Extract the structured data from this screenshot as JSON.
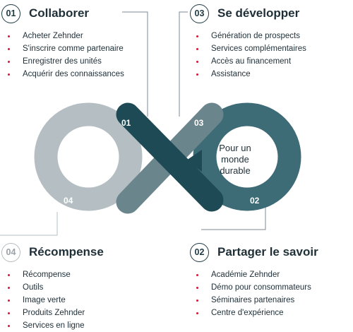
{
  "sections": [
    {
      "number": "01",
      "title": "Collaborer",
      "items": [
        "Acheter Zehnder",
        "S'inscrire comme partenaire",
        "Enregistrer des unités",
        "Acquérir des connaissances"
      ]
    },
    {
      "number": "03",
      "title": "Se développer",
      "items": [
        "Génération de prospects",
        "Services complémentaires",
        "Accès au financement",
        "Assistance"
      ]
    },
    {
      "number": "04",
      "title": "Récompense",
      "items": [
        "Récompense",
        "Outils",
        "Image verte",
        "Produits Zehnder",
        "Services en ligne"
      ]
    },
    {
      "number": "02",
      "title": "Partager le savoir",
      "items": [
        "Académie Zehnder",
        "Démo pour consommateurs",
        "Séminaires partenaires",
        "Centre d'expérience"
      ]
    }
  ],
  "loop": {
    "labels": [
      "01",
      "03",
      "02",
      "04"
    ],
    "center_text": [
      "Pour un",
      "monde",
      "durable"
    ]
  },
  "colors": {
    "dark_teal": "#1d4a55",
    "mid_teal": "#3d6b76",
    "slate": "#6b858c",
    "light_gray": "#b5bfc3",
    "bullet_red": "#d4173a"
  }
}
